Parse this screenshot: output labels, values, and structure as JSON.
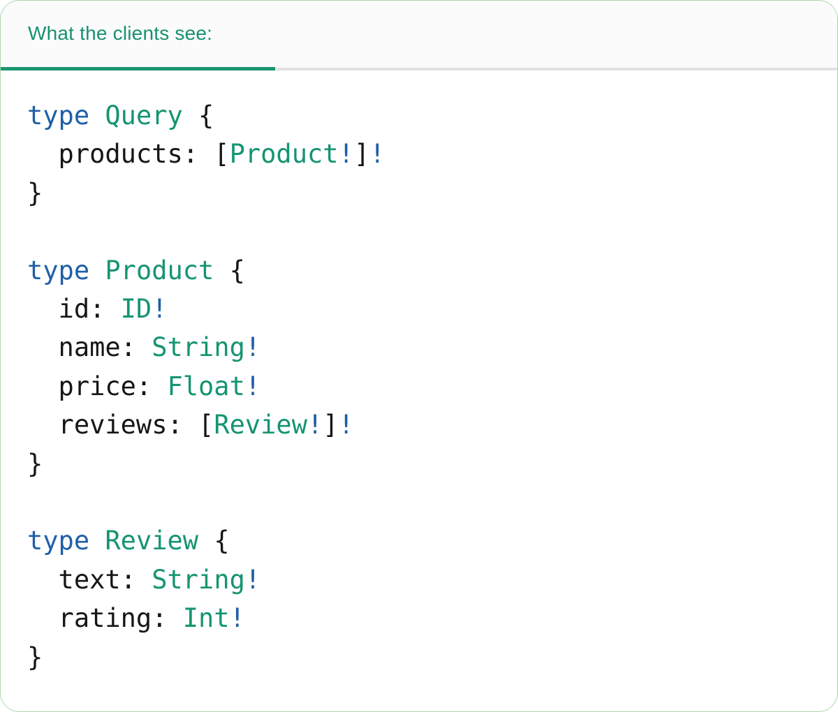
{
  "panel": {
    "tab_label": "What the clients see:"
  },
  "colors": {
    "accent-green": "#18916f",
    "tab-indicator": "#1a9671",
    "divider-gray": "#e2e2e2",
    "tabbar-bg": "#fbfbfb",
    "card-border": "#abd6ab",
    "card-bg": "#ffffff",
    "code-plain": "#161616"
  },
  "code": {
    "language": "graphql",
    "token_colors": {
      "kw": "#1f5fa8",
      "ty": "#169472",
      "bang": "#1f5fa8",
      "pl": "#161616"
    },
    "lines": [
      [
        [
          "kw",
          "type"
        ],
        [
          "pl",
          " "
        ],
        [
          "ty",
          "Query"
        ],
        [
          "pl",
          " {"
        ]
      ],
      [
        [
          "pl",
          "  products: ["
        ],
        [
          "ty",
          "Product"
        ],
        [
          "bang",
          "!"
        ],
        [
          "pl",
          "]"
        ],
        [
          "bang",
          "!"
        ]
      ],
      [
        [
          "pl",
          "}"
        ]
      ],
      [],
      [
        [
          "kw",
          "type"
        ],
        [
          "pl",
          " "
        ],
        [
          "ty",
          "Product"
        ],
        [
          "pl",
          " {"
        ]
      ],
      [
        [
          "pl",
          "  id: "
        ],
        [
          "ty",
          "ID"
        ],
        [
          "bang",
          "!"
        ]
      ],
      [
        [
          "pl",
          "  name: "
        ],
        [
          "ty",
          "String"
        ],
        [
          "bang",
          "!"
        ]
      ],
      [
        [
          "pl",
          "  price: "
        ],
        [
          "ty",
          "Float"
        ],
        [
          "bang",
          "!"
        ]
      ],
      [
        [
          "pl",
          "  reviews: ["
        ],
        [
          "ty",
          "Review"
        ],
        [
          "bang",
          "!"
        ],
        [
          "pl",
          "]"
        ],
        [
          "bang",
          "!"
        ]
      ],
      [
        [
          "pl",
          "}"
        ]
      ],
      [],
      [
        [
          "kw",
          "type"
        ],
        [
          "pl",
          " "
        ],
        [
          "ty",
          "Review"
        ],
        [
          "pl",
          " {"
        ]
      ],
      [
        [
          "pl",
          "  text: "
        ],
        [
          "ty",
          "String"
        ],
        [
          "bang",
          "!"
        ]
      ],
      [
        [
          "pl",
          "  rating: "
        ],
        [
          "ty",
          "Int"
        ],
        [
          "bang",
          "!"
        ]
      ],
      [
        [
          "pl",
          "}"
        ]
      ]
    ]
  }
}
